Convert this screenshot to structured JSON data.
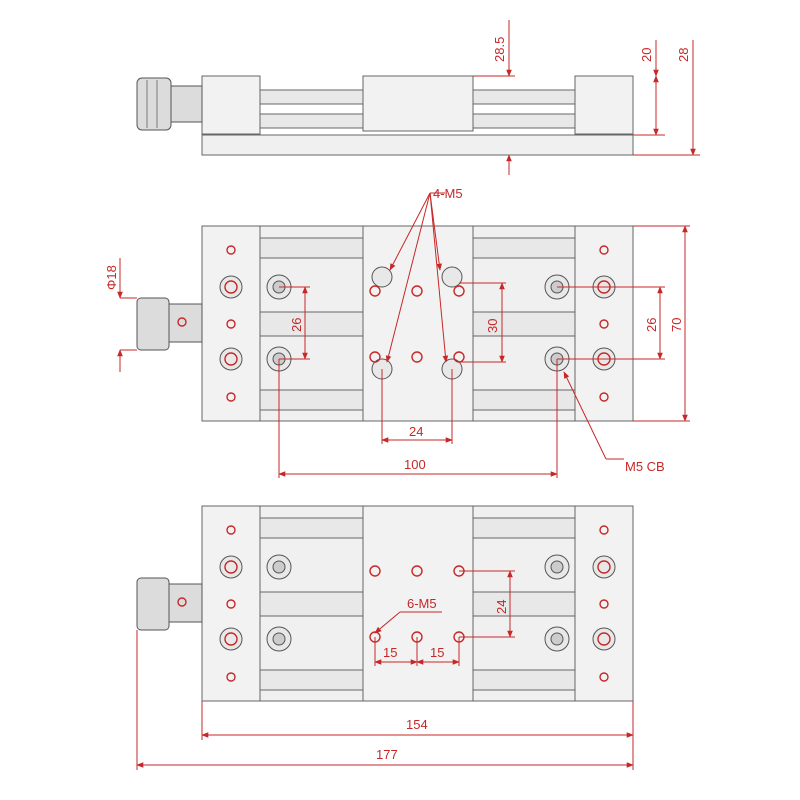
{
  "colors": {
    "dimension": "#c62828",
    "outline": "#666666",
    "body": "#f0f0f0"
  },
  "views": [
    "side-view",
    "top-view",
    "bottom-view"
  ],
  "callouts": {
    "top_mounting_holes": "4-M5",
    "counterbore": "M5 CB",
    "bottom_holes": "6-M5"
  },
  "dimensions": {
    "side": {
      "stage_height": "28.5",
      "block_height": "20",
      "total_height": "28"
    },
    "top": {
      "knob_diameter": "Φ18",
      "hole_spacing_left": "26",
      "hole_spacing_center": "30",
      "hole_spacing_right": "26",
      "width": "70",
      "center_pitch": "24",
      "cb_pitch": "100"
    },
    "bottom": {
      "vertical_pitch": "24",
      "pitch_a": "15",
      "pitch_b": "15",
      "base_length": "154",
      "total_length": "177"
    }
  },
  "arrow_icon": "arrowhead-icon"
}
